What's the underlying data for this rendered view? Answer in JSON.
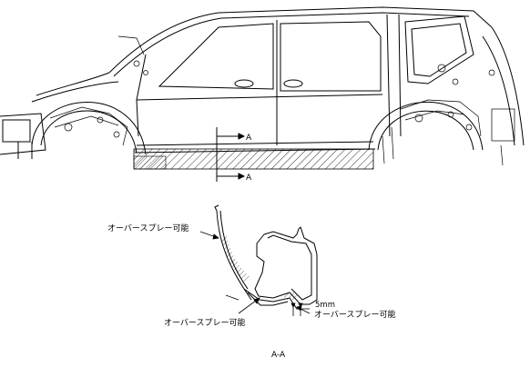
{
  "section_marks": {
    "top": "A",
    "bottom": "A"
  },
  "callouts": {
    "overspray_upper": "オーバースプレー可能",
    "overspray_lower": "オーバースプレー可能",
    "overspray_right": "オーバースプレー可能",
    "gap_dimension": "5mm"
  },
  "section_title": "A-A",
  "colors": {
    "line": "#000000",
    "background": "#ffffff",
    "hatch": "#000000"
  }
}
